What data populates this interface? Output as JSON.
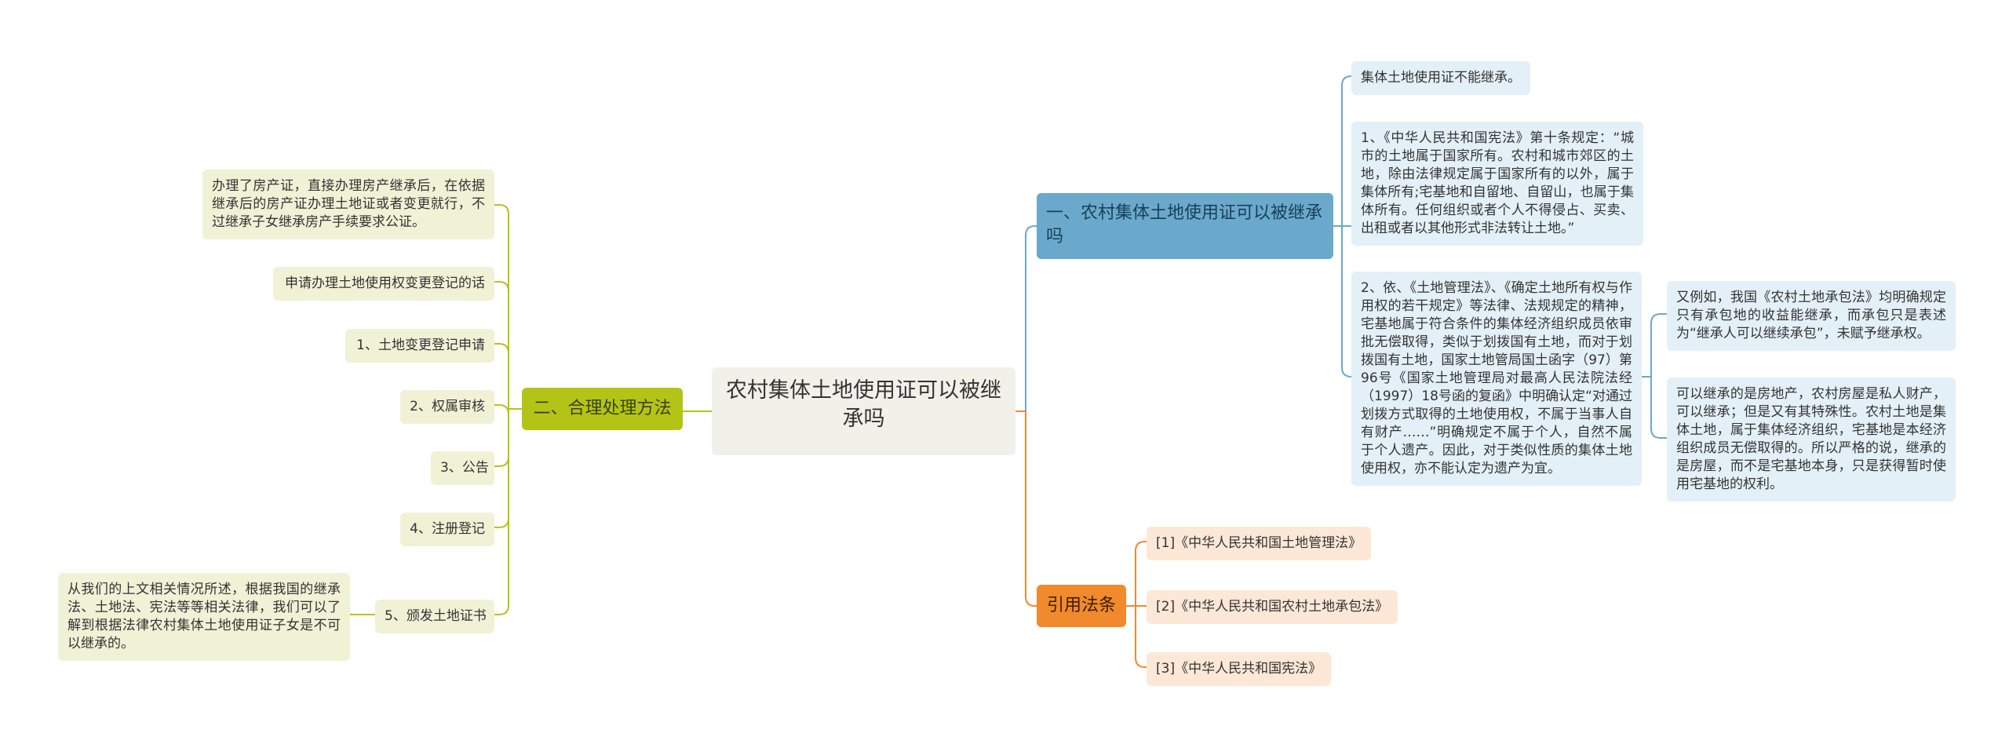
{
  "center": {
    "title": "农村集体土地使用证可以被继承吗"
  },
  "branch1": {
    "label": "一、农村集体土地使用证可以被继承吗",
    "leaf1": "集体土地使用证不能继承。",
    "leaf2": "1、《中华人民共和国宪法》第十条规定：“城市的土地属于国家所有。农村和城市郊区的土地，除由法律规定属于国家所有的以外，属于集体所有;宅基地和自留地、自留山，也属于集体所有。任何组织或者个人不得侵占、买卖、出租或者以其他形式非法转让土地。”",
    "leaf3": "2、依、《土地管理法》、《确定土地所有权与作用权的若干规定》等法律、法规规定的精神，宅基地属于符合条件的集体经济组织成员依审批无偿取得，类似于划拨国有土地，而对于划拨国有土地，国家土地管局国土函字（97）第96号《国家土地管理局对最高人民法院法经（1997）18号函的复函》中明确认定“对通过划拨方式取得的土地使用权，不属于当事人自有财产……”明确规定不属于个人，自然不属于个人遗产。因此，对于类似性质的集体土地使用权，亦不能认定为遗产为宜。",
    "sub1": "又例如，我国《农村土地承包法》均明确规定只有承包地的收益能继承，而承包只是表述为“继承人可以继续承包”，未赋予继承权。",
    "sub2": "可以继承的是房地产，农村房屋是私人财产，可以继承；但是又有其特殊性。农村土地是集体土地，属于集体经济组织，宅基地是本经济组织成员无偿取得的。所以严格的说，继承的是房屋，而不是宅基地本身，只是获得暂时使用宅基地的权利。"
  },
  "branch2": {
    "label": "二、合理处理方法",
    "leaf1": "办理了房产证，直接办理房产继承后，在依据继承后的房产证办理土地证或者变更就行，不过继承子女继承房产手续要求公证。",
    "leaf2": "申请办理土地使用权变更登记的话",
    "leaf3": "1、土地变更登记申请",
    "leaf4": "2、权属审核",
    "leaf5": "3、公告",
    "leaf6": "4、注册登记",
    "leaf7": "5、颁发土地证书",
    "sub1": "从我们的上文相关情况所述，根据我国的继承法、土地法、宪法等等相关法律，我们可以了解到根据法律农村集体土地使用证子女是不可以继承的。"
  },
  "branch3": {
    "label": "引用法条",
    "leaf1": "[1]《中华人民共和国土地管理法》",
    "leaf2": "[2]《中华人民共和国农村土地承包法》",
    "leaf3": "[3]《中华人民共和国宪法》"
  },
  "colors": {
    "blue": "#6aa9cb",
    "green": "#b4c417",
    "orange": "#f18a2c",
    "blue_leaf": "#e4f0f7",
    "green_leaf": "#f1f1d6",
    "orange_leaf": "#fde8d7"
  }
}
